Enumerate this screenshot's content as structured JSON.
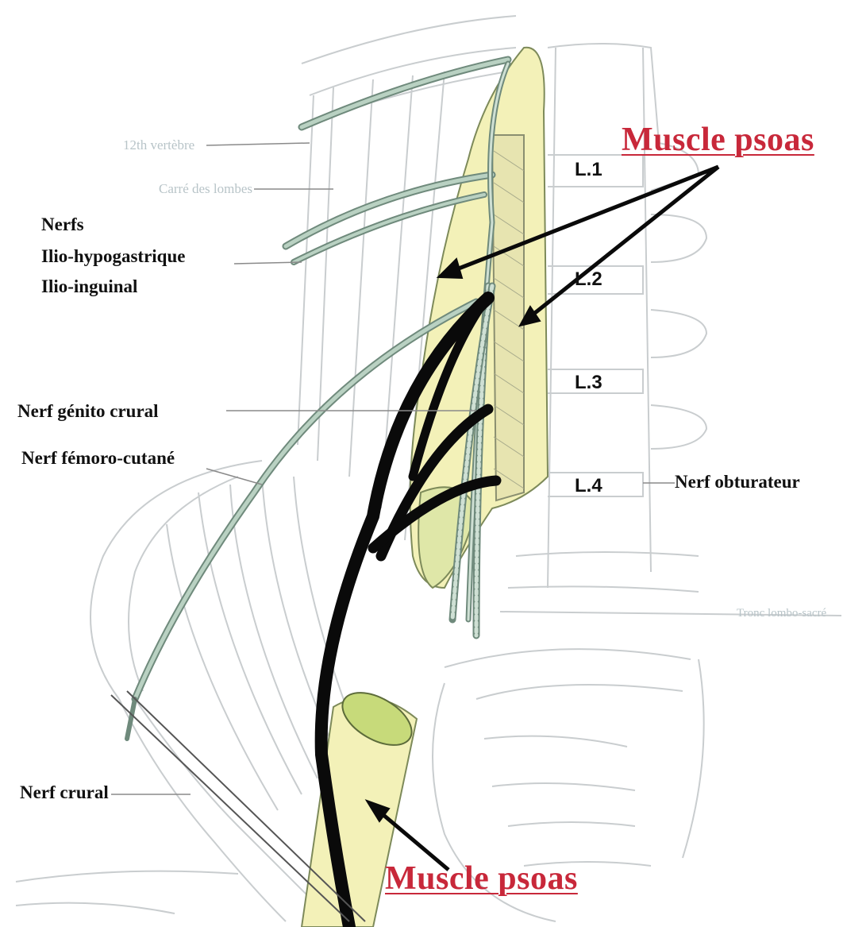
{
  "labels": {
    "muscle_psoas_top": "Muscle psoas",
    "muscle_psoas_bottom": "Muscle psoas",
    "nerfs_title": "Nerfs",
    "ilio_hypogastrique": "Ilio-hypogastrique",
    "ilio_inguinal": "Ilio-inguinal",
    "nerf_genito_crural": "Nerf génito crural",
    "nerf_femoro_cutane": "Nerf fémoro-cutané",
    "nerf_obturateur": "Nerf obturateur",
    "nerf_crural": "Nerf crural",
    "faint_1": "12th vertèbre",
    "faint_2": "Carré des lombes",
    "faint_3": "Tronc lombo-sacré"
  },
  "vertebrae": {
    "l1": "L.1",
    "l2": "L.2",
    "l3": "L.3",
    "l4": "L.4"
  },
  "colors": {
    "accent_red": "#c8283a",
    "psoas_fill": "#f3f1b8",
    "nerf_green": "#9fb8a8",
    "nerf_black": "#0a0a0a",
    "line_grey": "#c9cdcf"
  }
}
